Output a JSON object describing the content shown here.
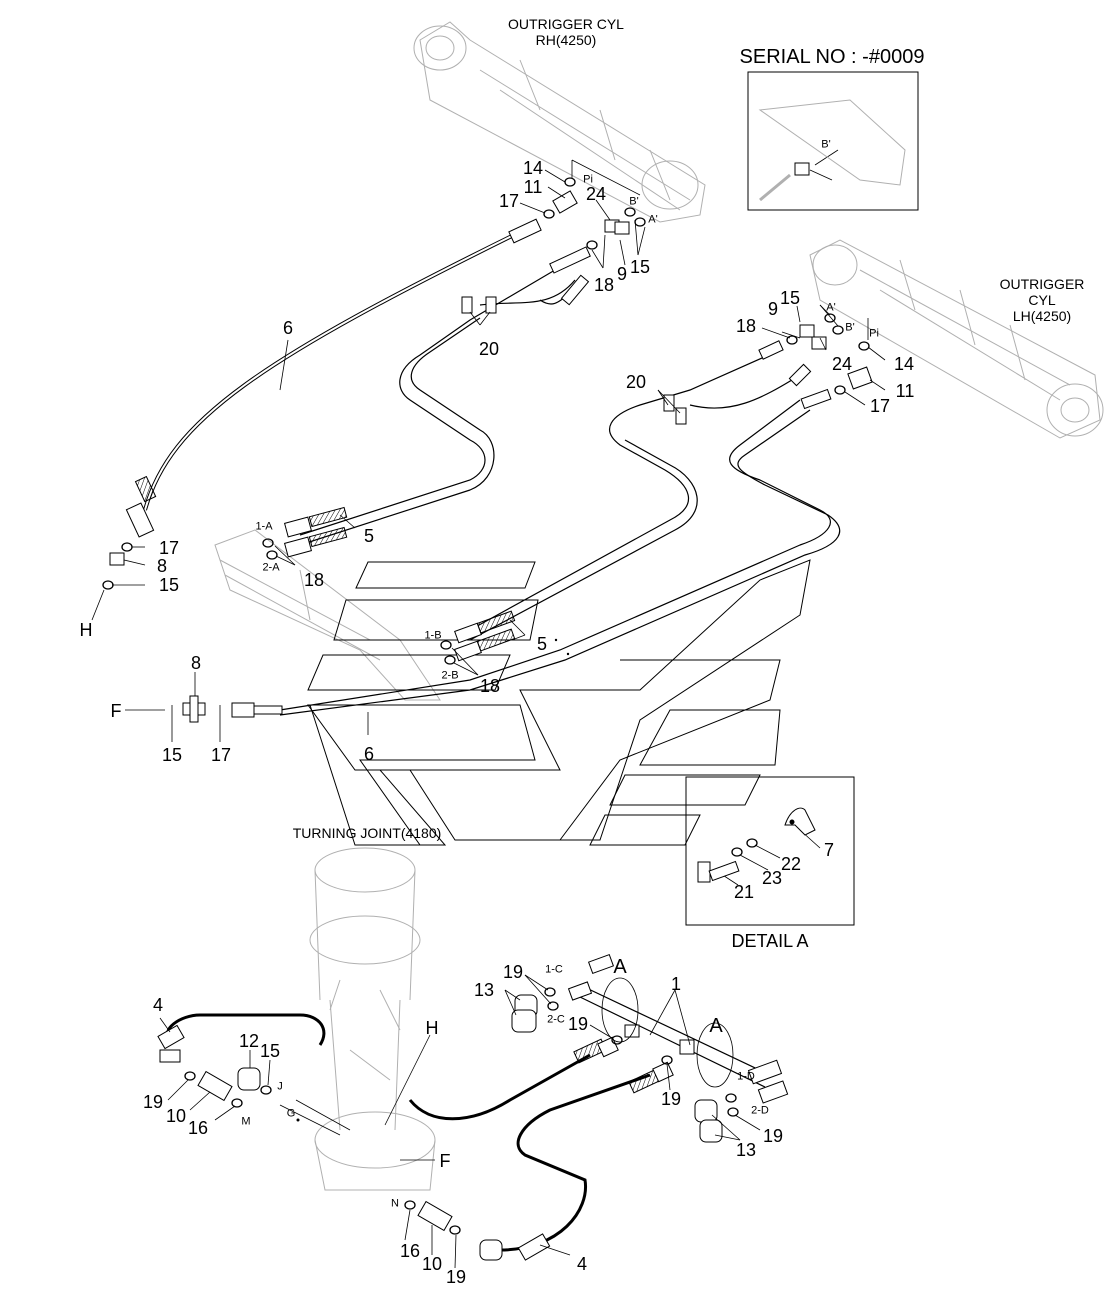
{
  "titles": {
    "outrigger_rh_line1": "OUTRIGGER CYL",
    "outrigger_rh_line2": "RH(4250)",
    "outrigger_lh_line1": "OUTRIGGER CYL",
    "outrigger_lh_line2": "LH(4250)",
    "turning_joint": "TURNING JOINT(4180)",
    "serial_no": "SERIAL NO : -#0009",
    "detail_a": "DETAIL A"
  },
  "colors": {
    "line": "#000000",
    "ghost": "#b0b0b0"
  },
  "callouts": [
    {
      "id": "c1",
      "text": "14"
    },
    {
      "id": "c2",
      "text": "Pi"
    },
    {
      "id": "c3",
      "text": "11"
    },
    {
      "id": "c4",
      "text": "24"
    },
    {
      "id": "c5",
      "text": "17"
    },
    {
      "id": "c6",
      "text": "B'"
    },
    {
      "id": "c7",
      "text": "A'"
    },
    {
      "id": "c8",
      "text": "18"
    },
    {
      "id": "c9",
      "text": "9"
    },
    {
      "id": "c10",
      "text": "15"
    },
    {
      "id": "c11",
      "text": "6"
    },
    {
      "id": "c12",
      "text": "20"
    },
    {
      "id": "c13",
      "text": "9"
    },
    {
      "id": "c14",
      "text": "B'"
    },
    {
      "id": "c15",
      "text": "15"
    },
    {
      "id": "c16",
      "text": "A'"
    },
    {
      "id": "c17",
      "text": "B'"
    },
    {
      "id": "c18",
      "text": "18"
    },
    {
      "id": "c19",
      "text": "24"
    },
    {
      "id": "c20",
      "text": "Pi"
    },
    {
      "id": "c21",
      "text": "14"
    },
    {
      "id": "c22",
      "text": "11"
    },
    {
      "id": "c23",
      "text": "17"
    },
    {
      "id": "c24",
      "text": "20"
    },
    {
      "id": "c25",
      "text": "5"
    },
    {
      "id": "c26",
      "text": "1-A"
    },
    {
      "id": "c27",
      "text": "2-A"
    },
    {
      "id": "c28",
      "text": "18"
    },
    {
      "id": "c29",
      "text": "17"
    },
    {
      "id": "c30",
      "text": "8"
    },
    {
      "id": "c31",
      "text": "15"
    },
    {
      "id": "c32",
      "text": "H"
    },
    {
      "id": "c33",
      "text": "1-B"
    },
    {
      "id": "c34",
      "text": "2-B"
    },
    {
      "id": "c35",
      "text": "18"
    },
    {
      "id": "c36",
      "text": "5"
    },
    {
      "id": "c37",
      "text": "8"
    },
    {
      "id": "c38",
      "text": "F"
    },
    {
      "id": "c39",
      "text": "15"
    },
    {
      "id": "c40",
      "text": "17"
    },
    {
      "id": "c41",
      "text": "6"
    },
    {
      "id": "c42",
      "text": "7"
    },
    {
      "id": "c43",
      "text": "22"
    },
    {
      "id": "c44",
      "text": "23"
    },
    {
      "id": "c45",
      "text": "21"
    },
    {
      "id": "c46",
      "text": "13"
    },
    {
      "id": "c47",
      "text": "19"
    },
    {
      "id": "c48",
      "text": "1-C"
    },
    {
      "id": "c49",
      "text": "2-C"
    },
    {
      "id": "c50",
      "text": "A"
    },
    {
      "id": "c51",
      "text": "1"
    },
    {
      "id": "c52",
      "text": "19"
    },
    {
      "id": "c53",
      "text": "A"
    },
    {
      "id": "c54",
      "text": "1-D"
    },
    {
      "id": "c55",
      "text": "2-D"
    },
    {
      "id": "c56",
      "text": "19"
    },
    {
      "id": "c57",
      "text": "19"
    },
    {
      "id": "c58",
      "text": "13"
    },
    {
      "id": "c59",
      "text": "4"
    },
    {
      "id": "c60",
      "text": "12"
    },
    {
      "id": "c61",
      "text": "15"
    },
    {
      "id": "c62",
      "text": "J"
    },
    {
      "id": "c63",
      "text": "G"
    },
    {
      "id": "c64",
      "text": "H"
    },
    {
      "id": "c65",
      "text": "19"
    },
    {
      "id": "c66",
      "text": "10"
    },
    {
      "id": "c67",
      "text": "16"
    },
    {
      "id": "c68",
      "text": "M"
    },
    {
      "id": "c69",
      "text": "F"
    },
    {
      "id": "c70",
      "text": "N"
    },
    {
      "id": "c71",
      "text": "16"
    },
    {
      "id": "c72",
      "text": "10"
    },
    {
      "id": "c73",
      "text": "19"
    },
    {
      "id": "c74",
      "text": "4"
    }
  ]
}
